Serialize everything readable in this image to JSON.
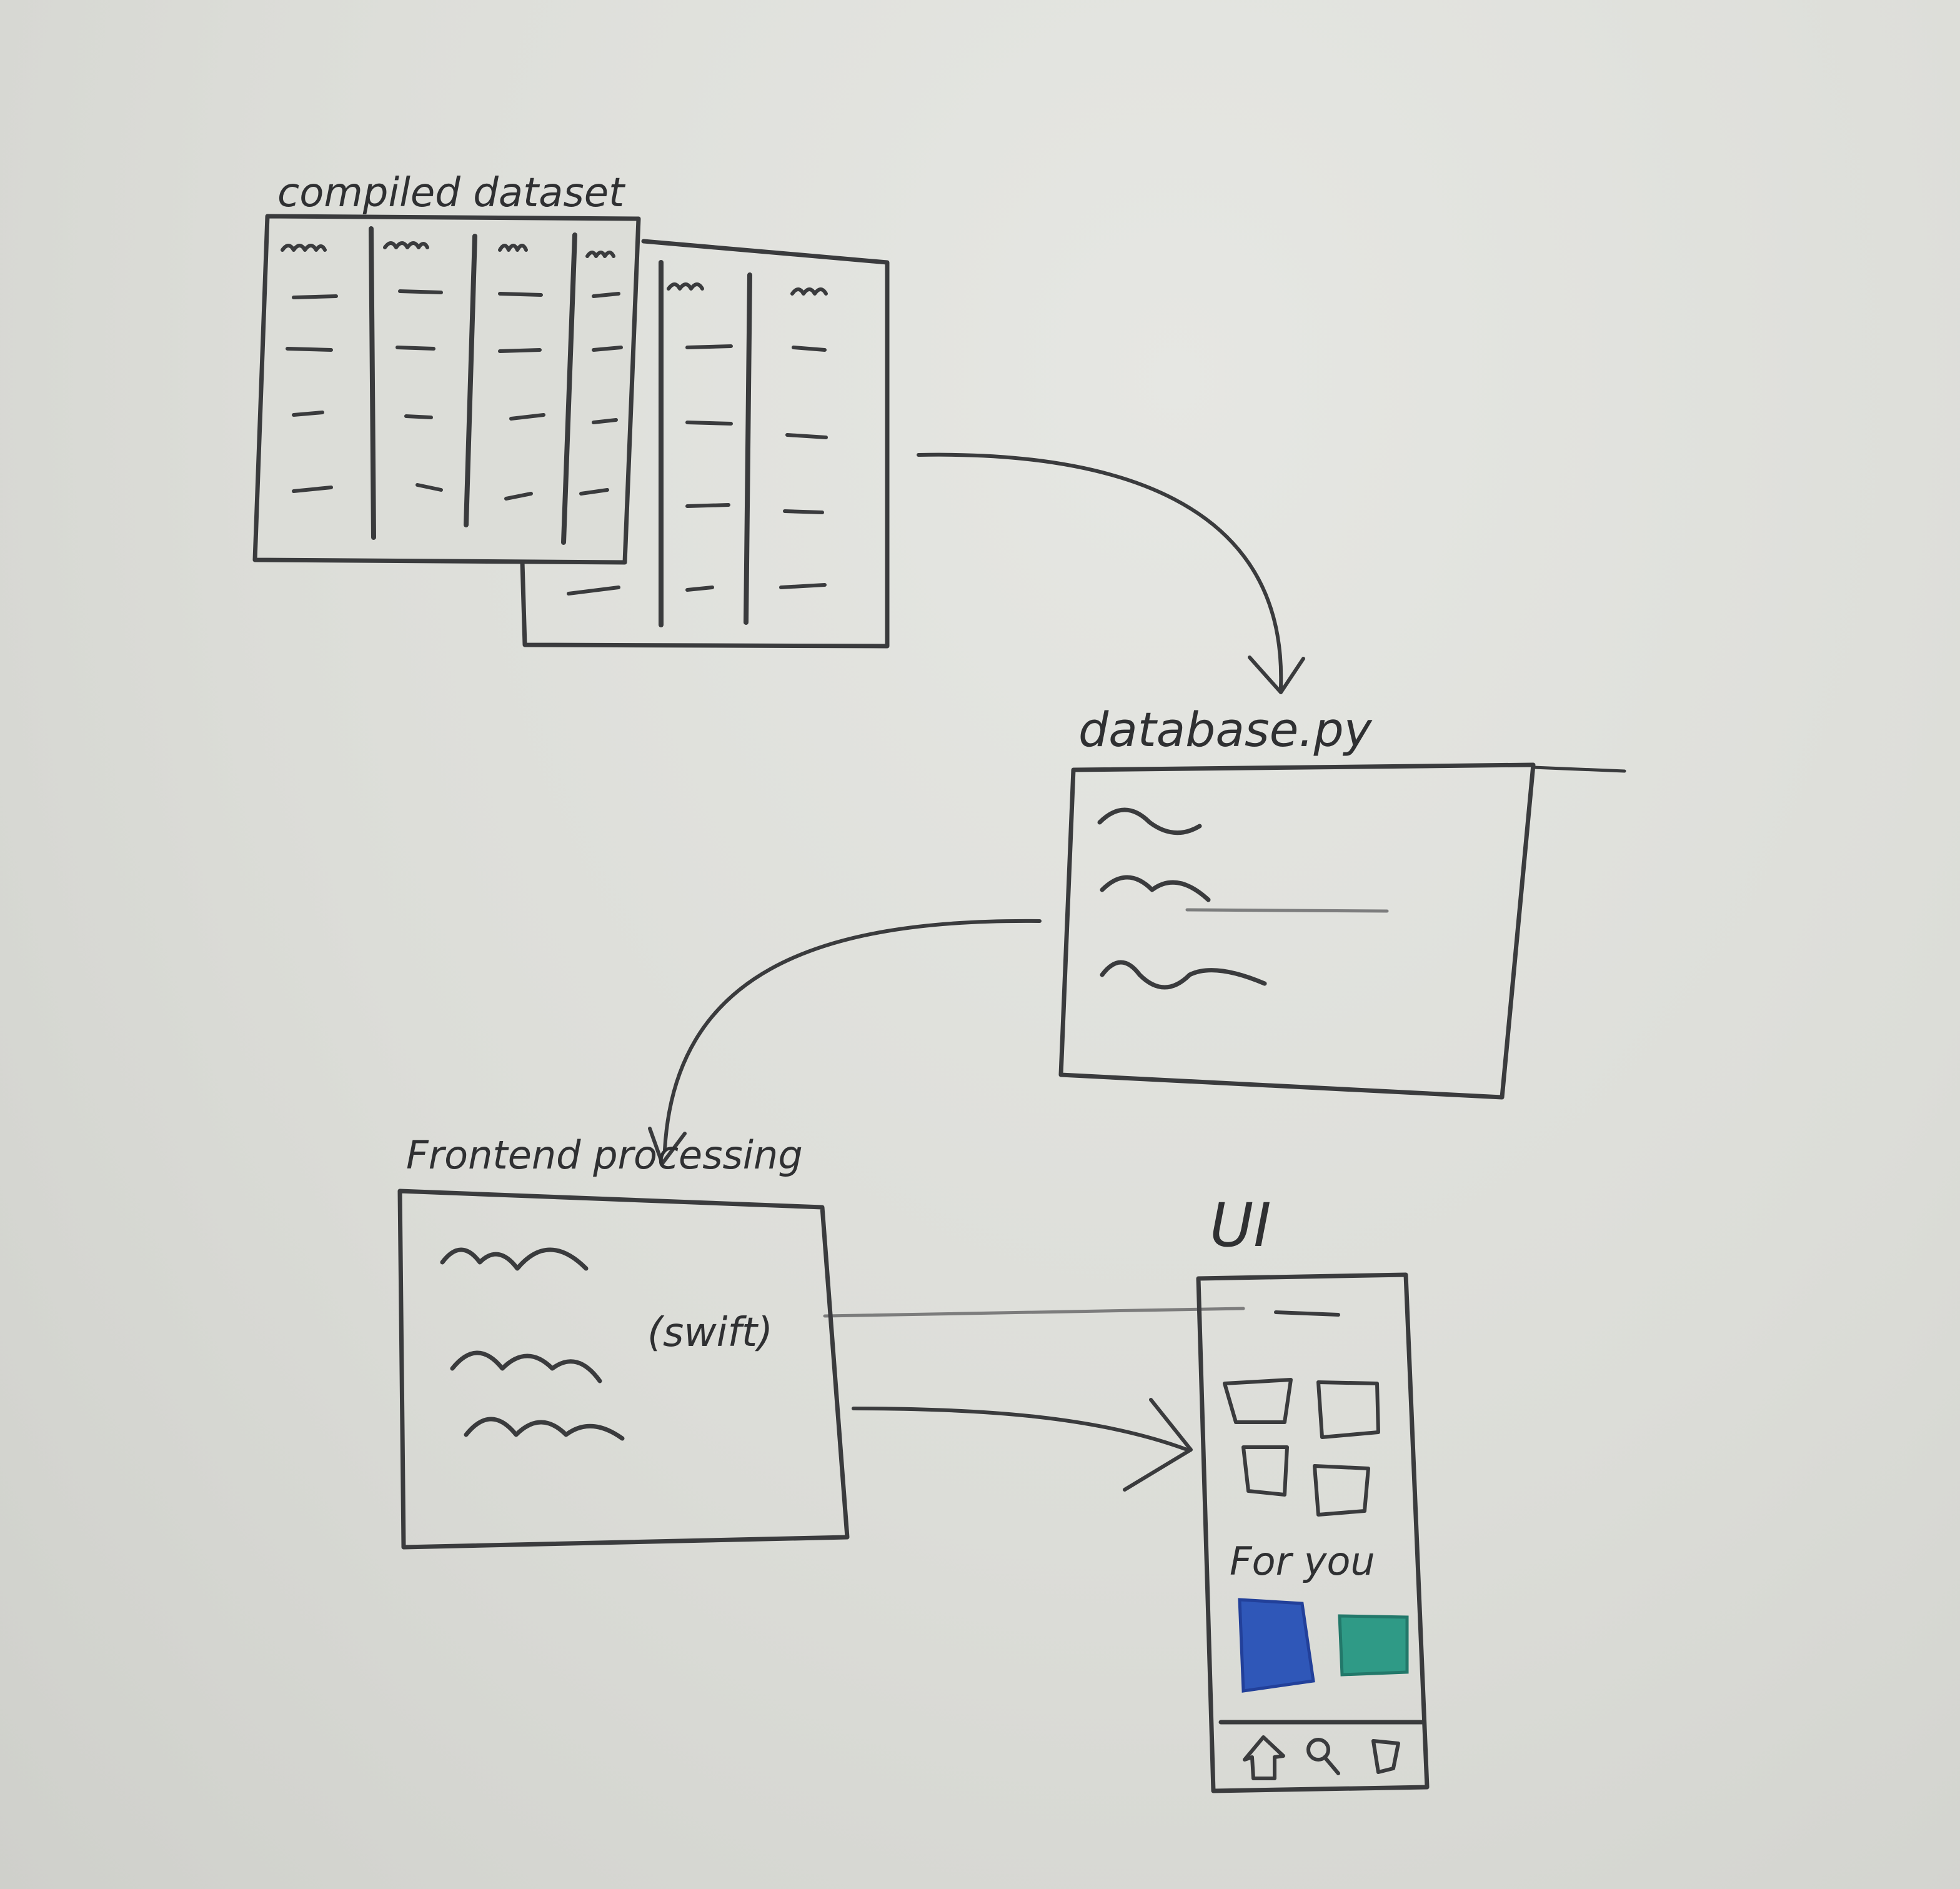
{
  "labels": {
    "compiled_dataset": "compiled dataset",
    "database": "database.py",
    "frontend": "Frontend processing",
    "swift": "(swift)",
    "ui": "UI",
    "for_you": "For you"
  },
  "colors": {
    "ink": "#3a3b3d",
    "board": "#dfe0db",
    "marker_blue": "#2f57b8",
    "marker_green": "#2f9a86"
  },
  "icons": {
    "nav": [
      "home-icon",
      "search-icon",
      "bookmark-icon"
    ]
  }
}
